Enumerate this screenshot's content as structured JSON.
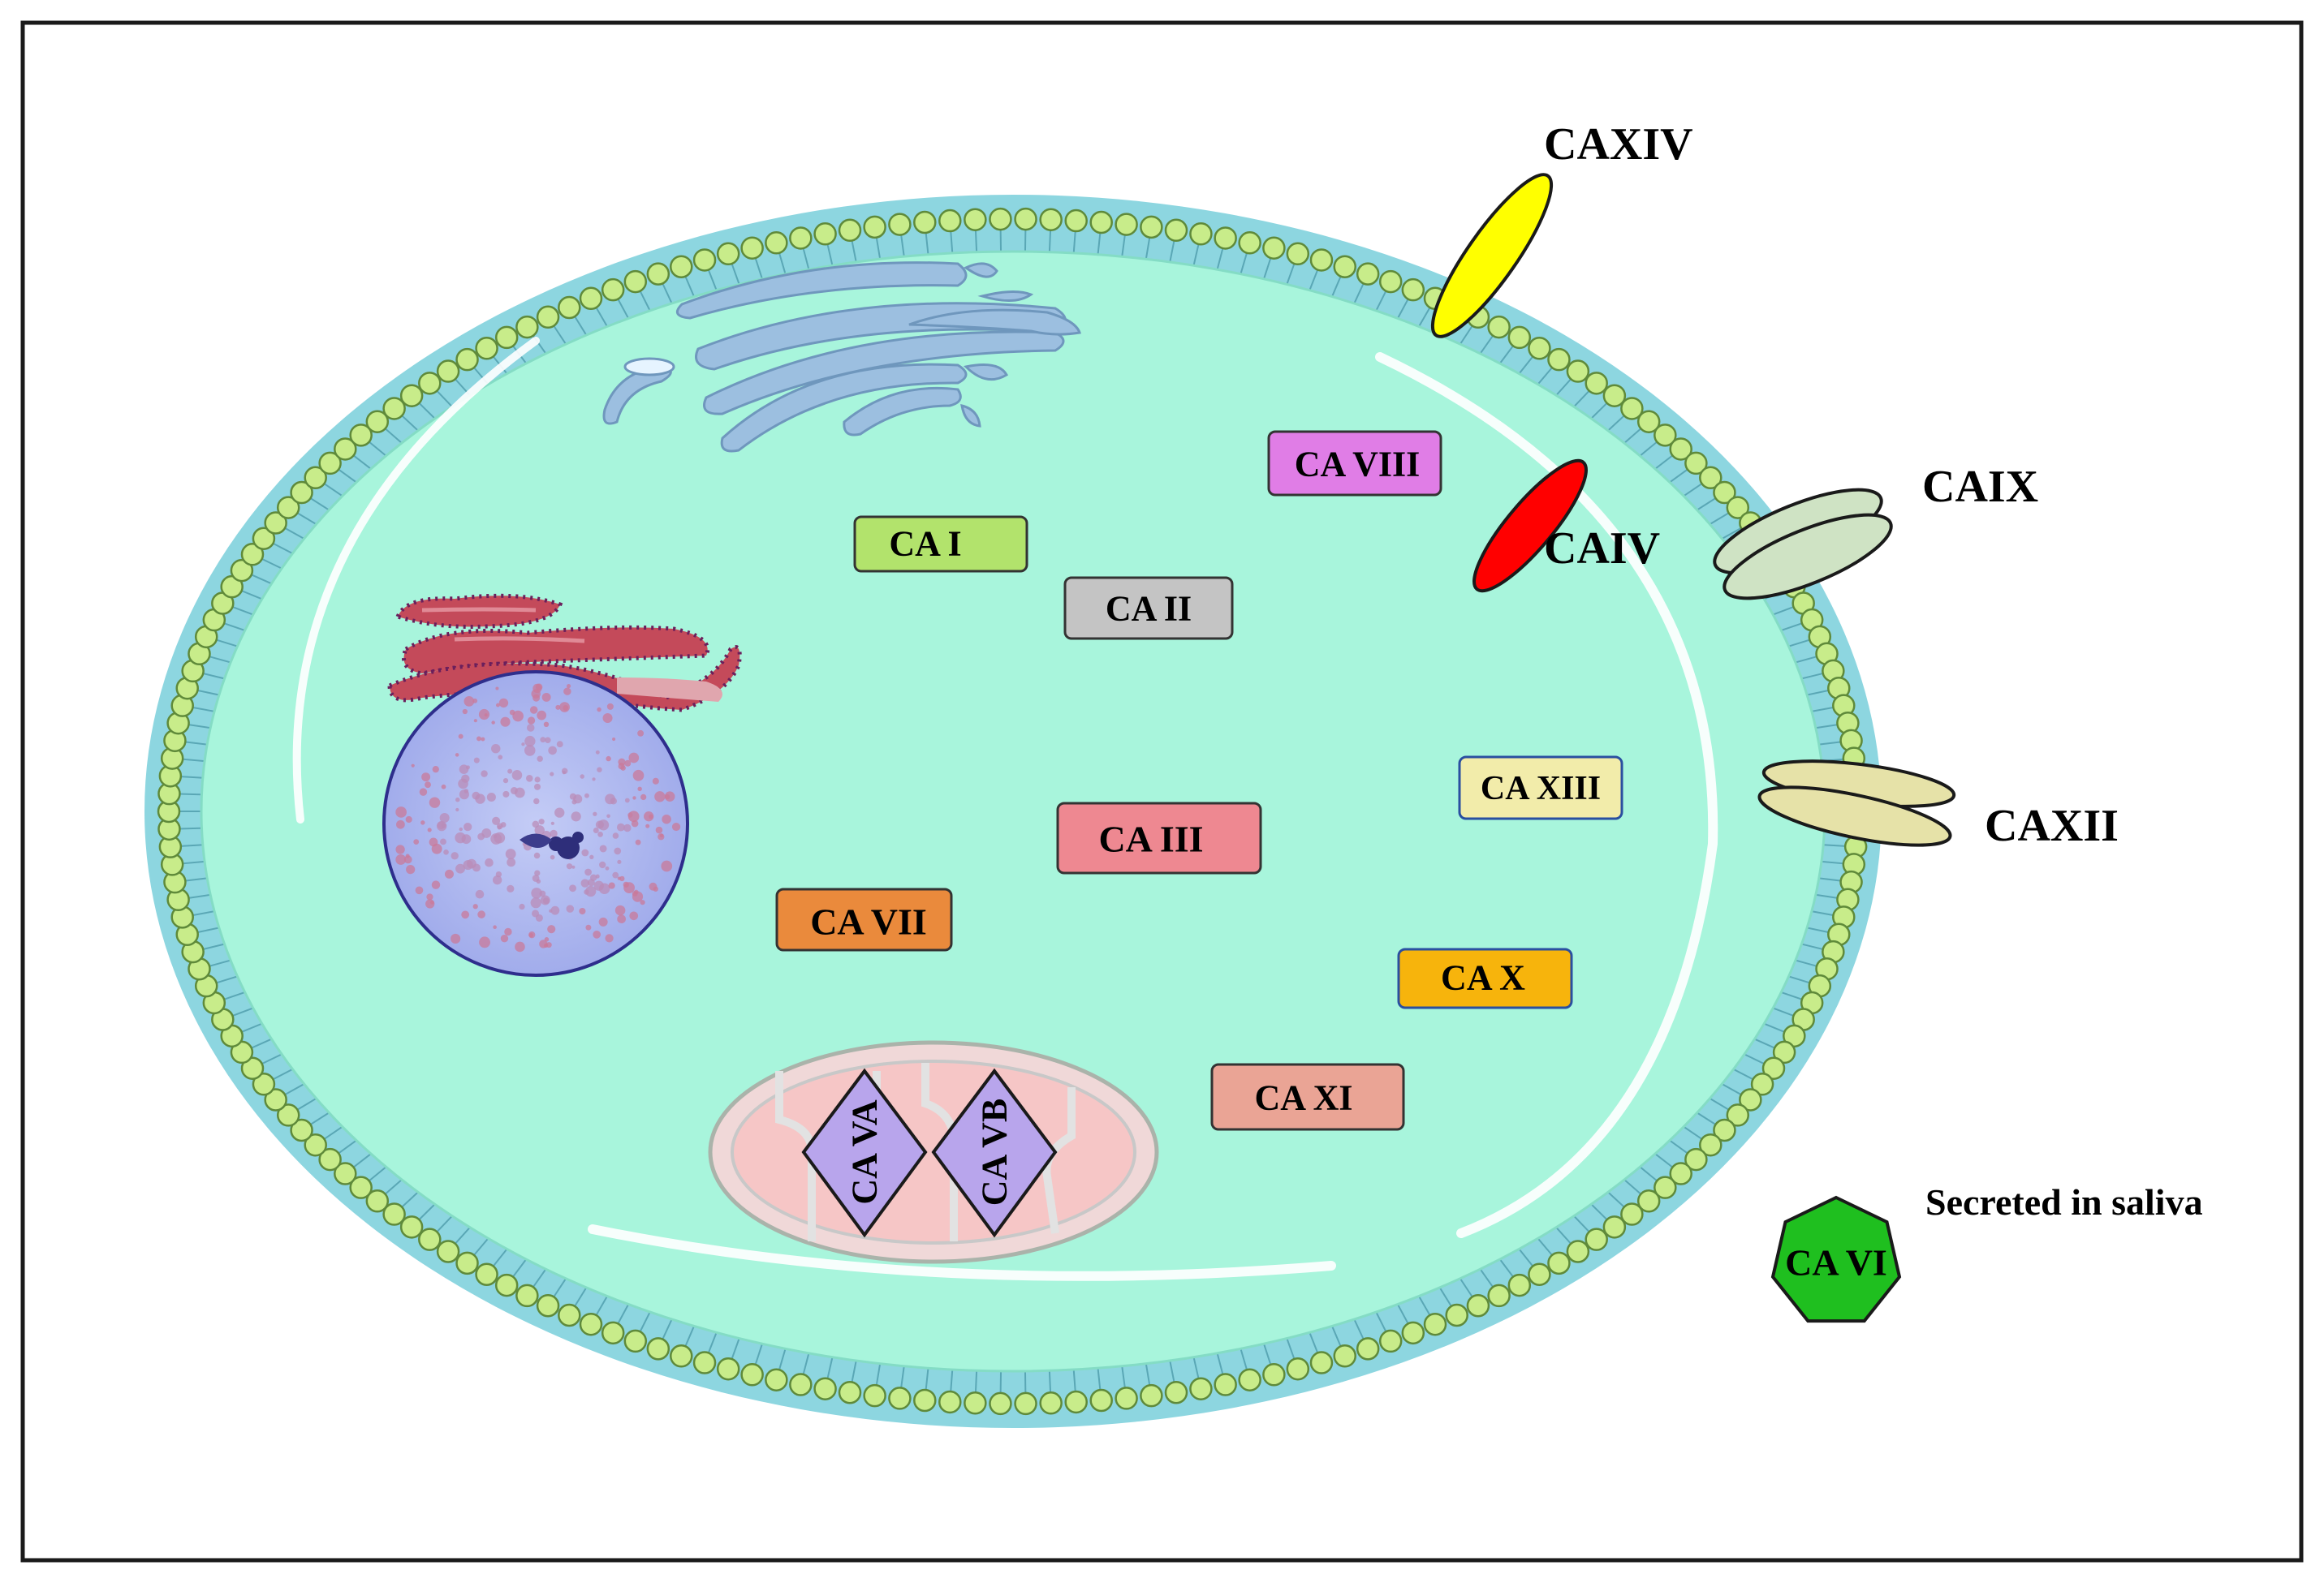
{
  "colors": {
    "cytoplasm": "#a8f5dc",
    "membrane_band": "#8dd6e0",
    "lipid_head": "#c8ec8a",
    "lipid_head_stroke": "#5f8a3a",
    "nucleus": "#aab6f0",
    "er": "#c44a5a",
    "golgi": "#8fb3d6",
    "mito_outer": "#f2dede",
    "mito_inner": "#f8cccc"
  },
  "enzymes": {
    "ca1": {
      "label": "CA I",
      "fill": "#b2e36c"
    },
    "ca2": {
      "label": "CA II",
      "fill": "#c4c4c4"
    },
    "ca3": {
      "label": "CA III",
      "fill": "#ee8891"
    },
    "ca7": {
      "label": "CA VII",
      "fill": "#ea8a3c"
    },
    "ca8": {
      "label": "CA VIII",
      "fill": "#e07de6"
    },
    "ca13": {
      "label": "CA XIII",
      "fill": "#f2ecaa"
    },
    "ca10": {
      "label": "CA X",
      "fill": "#f7b40c"
    },
    "ca11": {
      "label": "CA XI",
      "fill": "#eaa495"
    },
    "ca5a": {
      "label": "CA VA",
      "fill": "#b8a5ec"
    },
    "ca5b": {
      "label": "CA VB",
      "fill": "#b8a5ec"
    },
    "ca6": {
      "label": "CA VI",
      "fill": "#1fbf1f"
    }
  },
  "membrane_proteins": {
    "ca14": {
      "label": "CAXIV",
      "fill": "#ffff00"
    },
    "ca4": {
      "label": "CAIV",
      "fill": "#ff0000"
    },
    "ca9": {
      "label": "CAIX",
      "fill": "#cfe3c4"
    },
    "ca12": {
      "label": "CAXII",
      "fill": "#e6e2a8"
    }
  },
  "secreted_note": "Secreted in saliva"
}
